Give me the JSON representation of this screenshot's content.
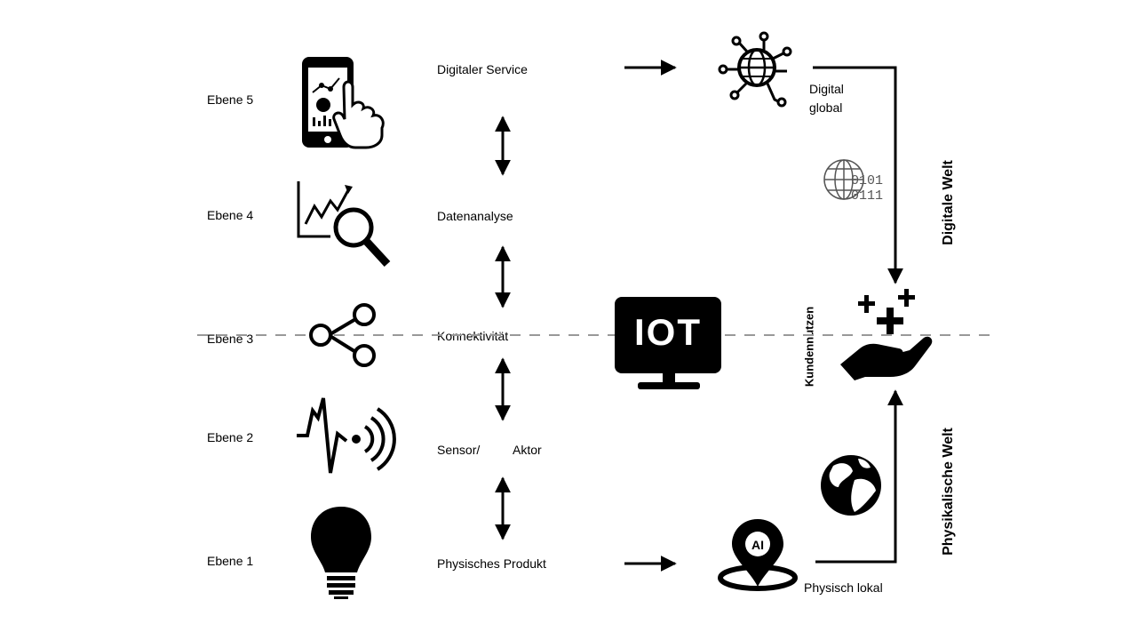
{
  "levels": [
    {
      "label": "Ebene 5",
      "stage": "Digitaler Service"
    },
    {
      "label": "Ebene 4",
      "stage": "Datenanalyse"
    },
    {
      "label": "Ebene 3",
      "stage": "Konnektivität"
    },
    {
      "label": "Ebene 2",
      "stage": "Sensor/",
      "stage_extra": "Aktor"
    },
    {
      "label": "Ebene 1",
      "stage": "Physisches Produkt"
    }
  ],
  "center": {
    "iot_label": "IOT"
  },
  "right": {
    "digital_global": [
      "Digital",
      "global"
    ],
    "physical_local": "Physisch lokal",
    "customer_value": "Kundennutzen",
    "digital_world": "Digitale Welt",
    "physical_world": "Physikalische Welt",
    "binary_top": "0101",
    "binary_bottom": "0111"
  },
  "colors": {
    "ink": "#000000",
    "dashed": "#999999",
    "background": "#ffffff"
  }
}
